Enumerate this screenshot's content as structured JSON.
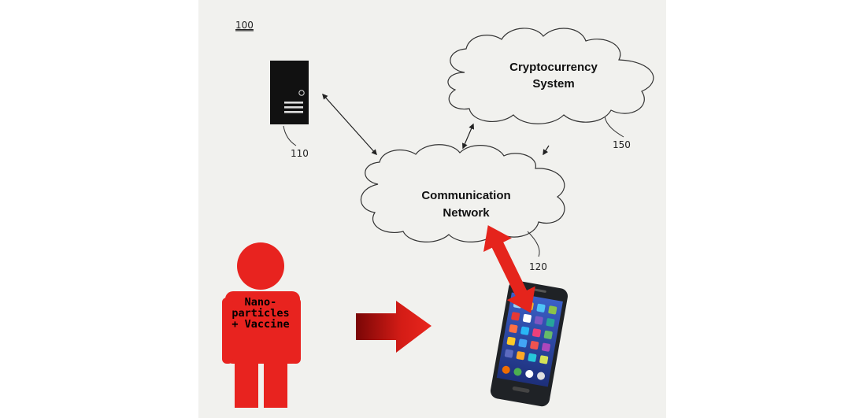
{
  "figure_number": "100",
  "server": {
    "ref": "110"
  },
  "crypto_cloud": {
    "line1": "Cryptocurrency",
    "line2": "System",
    "ref": "150"
  },
  "network_cloud": {
    "line1": "Communication",
    "line2": "Network",
    "ref": "120"
  },
  "person": {
    "line1": "Nano-",
    "line2": "particles",
    "line3": "+ Vaccine"
  },
  "colors": {
    "person_red": "#e8231f",
    "arrow_dark_red": "#8f0808",
    "arrow_red": "#e5241c",
    "phone_body": "#1f2226"
  }
}
